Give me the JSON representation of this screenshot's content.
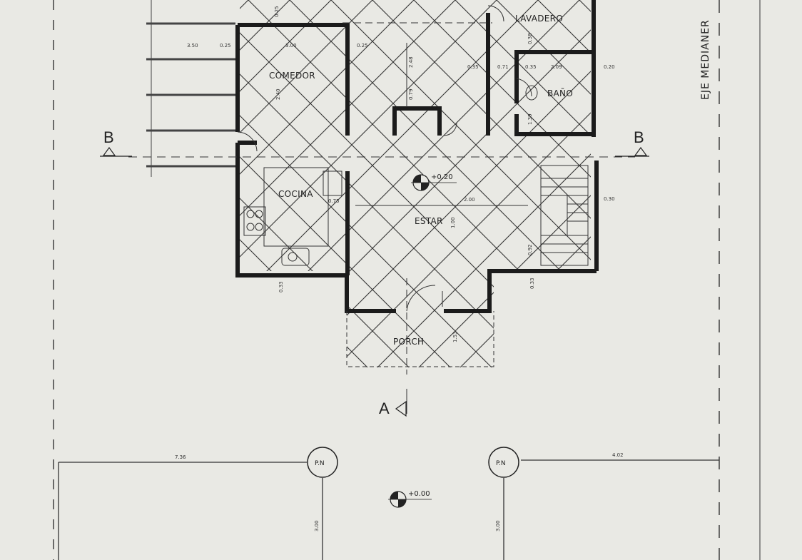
{
  "rooms": {
    "comedor": "COMEDOR",
    "lavadero": "LAVADERO",
    "bano": "BAÑO",
    "cocina": "COCINA",
    "estar": "ESTAR",
    "porch": "PORCH"
  },
  "sections": {
    "b": "B",
    "a": "A"
  },
  "axis_label": "EJE MEDIANER",
  "levels": {
    "interior": "+0.20",
    "exterior": "+0.00"
  },
  "property_markers": [
    "P.N",
    "P.N"
  ],
  "dimensions": {
    "top_left_1": "3.50",
    "top_left_2": "0.25",
    "comedor_width": "3.00",
    "comedor_top": "0.25",
    "comedor_height": "2.40",
    "center_top": "0.25",
    "center_v1": "2.48",
    "center_v2": "0.79",
    "lav_left": "0.35",
    "lav_1": "0.71",
    "lav_2": "0.35",
    "bano_width": "2.09",
    "right_1": "0.20",
    "lav_v": "0.38",
    "bano_v": "1.39",
    "cocina_1": "0.75",
    "estar_w": "2.00",
    "estar_v": "1.00",
    "right_2": "0.30",
    "stairs_v": "0.92",
    "cocina_bottom": "0.33",
    "right_bottom": "0.33",
    "porch_v": "1.53",
    "front_left": "7.36",
    "front_right": "4.02",
    "setback_left": "3.00",
    "setback_right": "3.00"
  }
}
